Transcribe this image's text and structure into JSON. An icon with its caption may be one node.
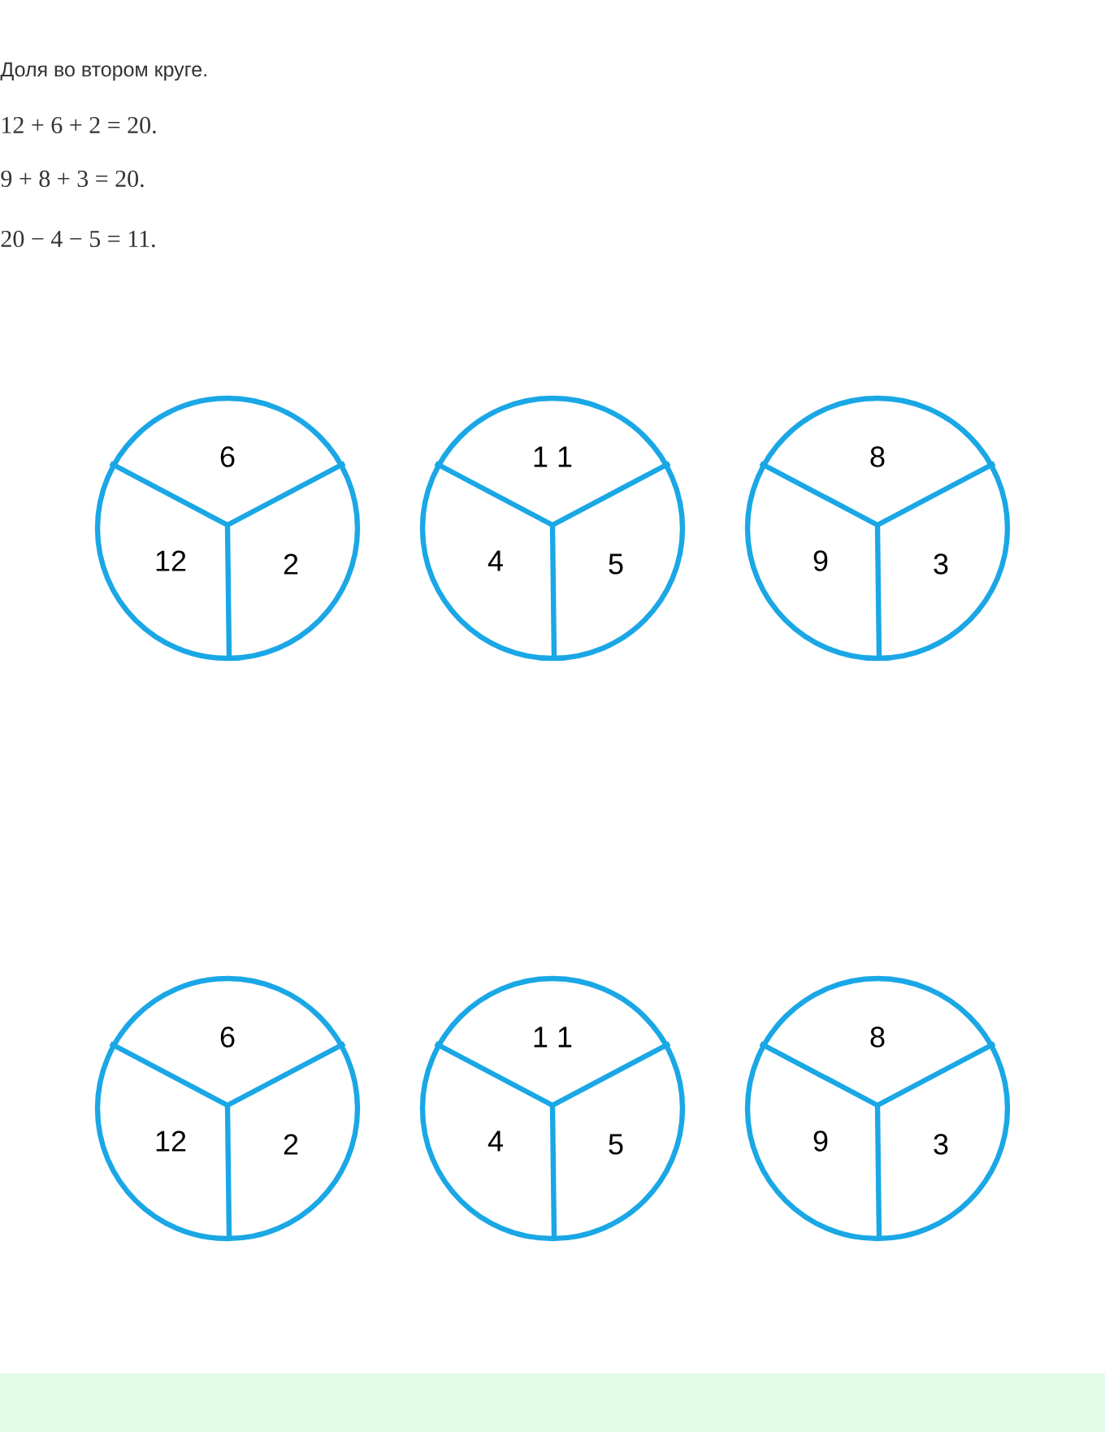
{
  "diagram": {
    "nodes": [
      {
        "text": [
          "6",
          "12",
          "2"
        ]
      },
      {
        "text": [
          "1 1",
          "4",
          "5"
        ]
      },
      {
        "text": [
          "8",
          "9",
          "3"
        ]
      },
      {
        "text": [
          "6",
          "12",
          "2"
        ]
      },
      {
        "text": [
          "1 1",
          "4",
          "5"
        ]
      },
      {
        "text": [
          "8",
          "9",
          "3"
        ]
      }
    ],
    "edges": [],
    "labels": [
      "Доля во втором круге.",
      "12 + 6 + 2 = 20.",
      "9 + 8 + 3 = 20.",
      "20 − 4 − 5 = 11."
    ]
  }
}
